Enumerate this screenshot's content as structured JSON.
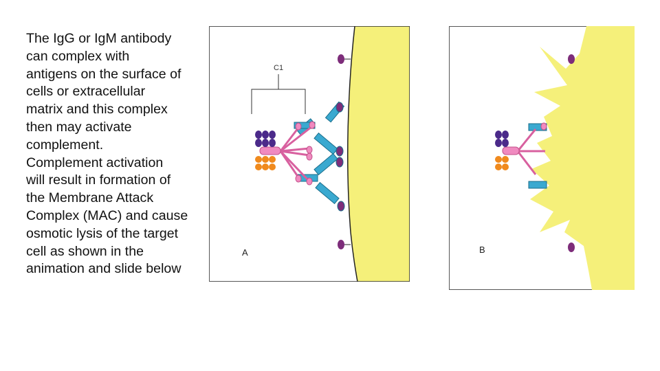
{
  "text": {
    "lines": [
      "The IgG or IgM antibody",
      "can complex with",
      "antigens on the surface of",
      "cells or extracellular",
      "matrix and this complex",
      "then may activate",
      "complement.",
      "Complement activation",
      "will result in formation of",
      "the Membrane Attack",
      "Complex (MAC) and cause",
      "osmotic lysis of the target",
      "cell as shown in the",
      "animation and slide below"
    ]
  },
  "panel_a": {
    "label": "A",
    "c1_label": "C1"
  },
  "panel_b": {
    "label": "B"
  },
  "colors": {
    "cell": "#f5f07a",
    "cell_outline": "#222222",
    "antibody": "#3aa9d0",
    "antigen": "#7d2d7a",
    "c1q": "#f08ac0",
    "c1r": "#4b2a8a",
    "c1s": "#f08a1e"
  }
}
